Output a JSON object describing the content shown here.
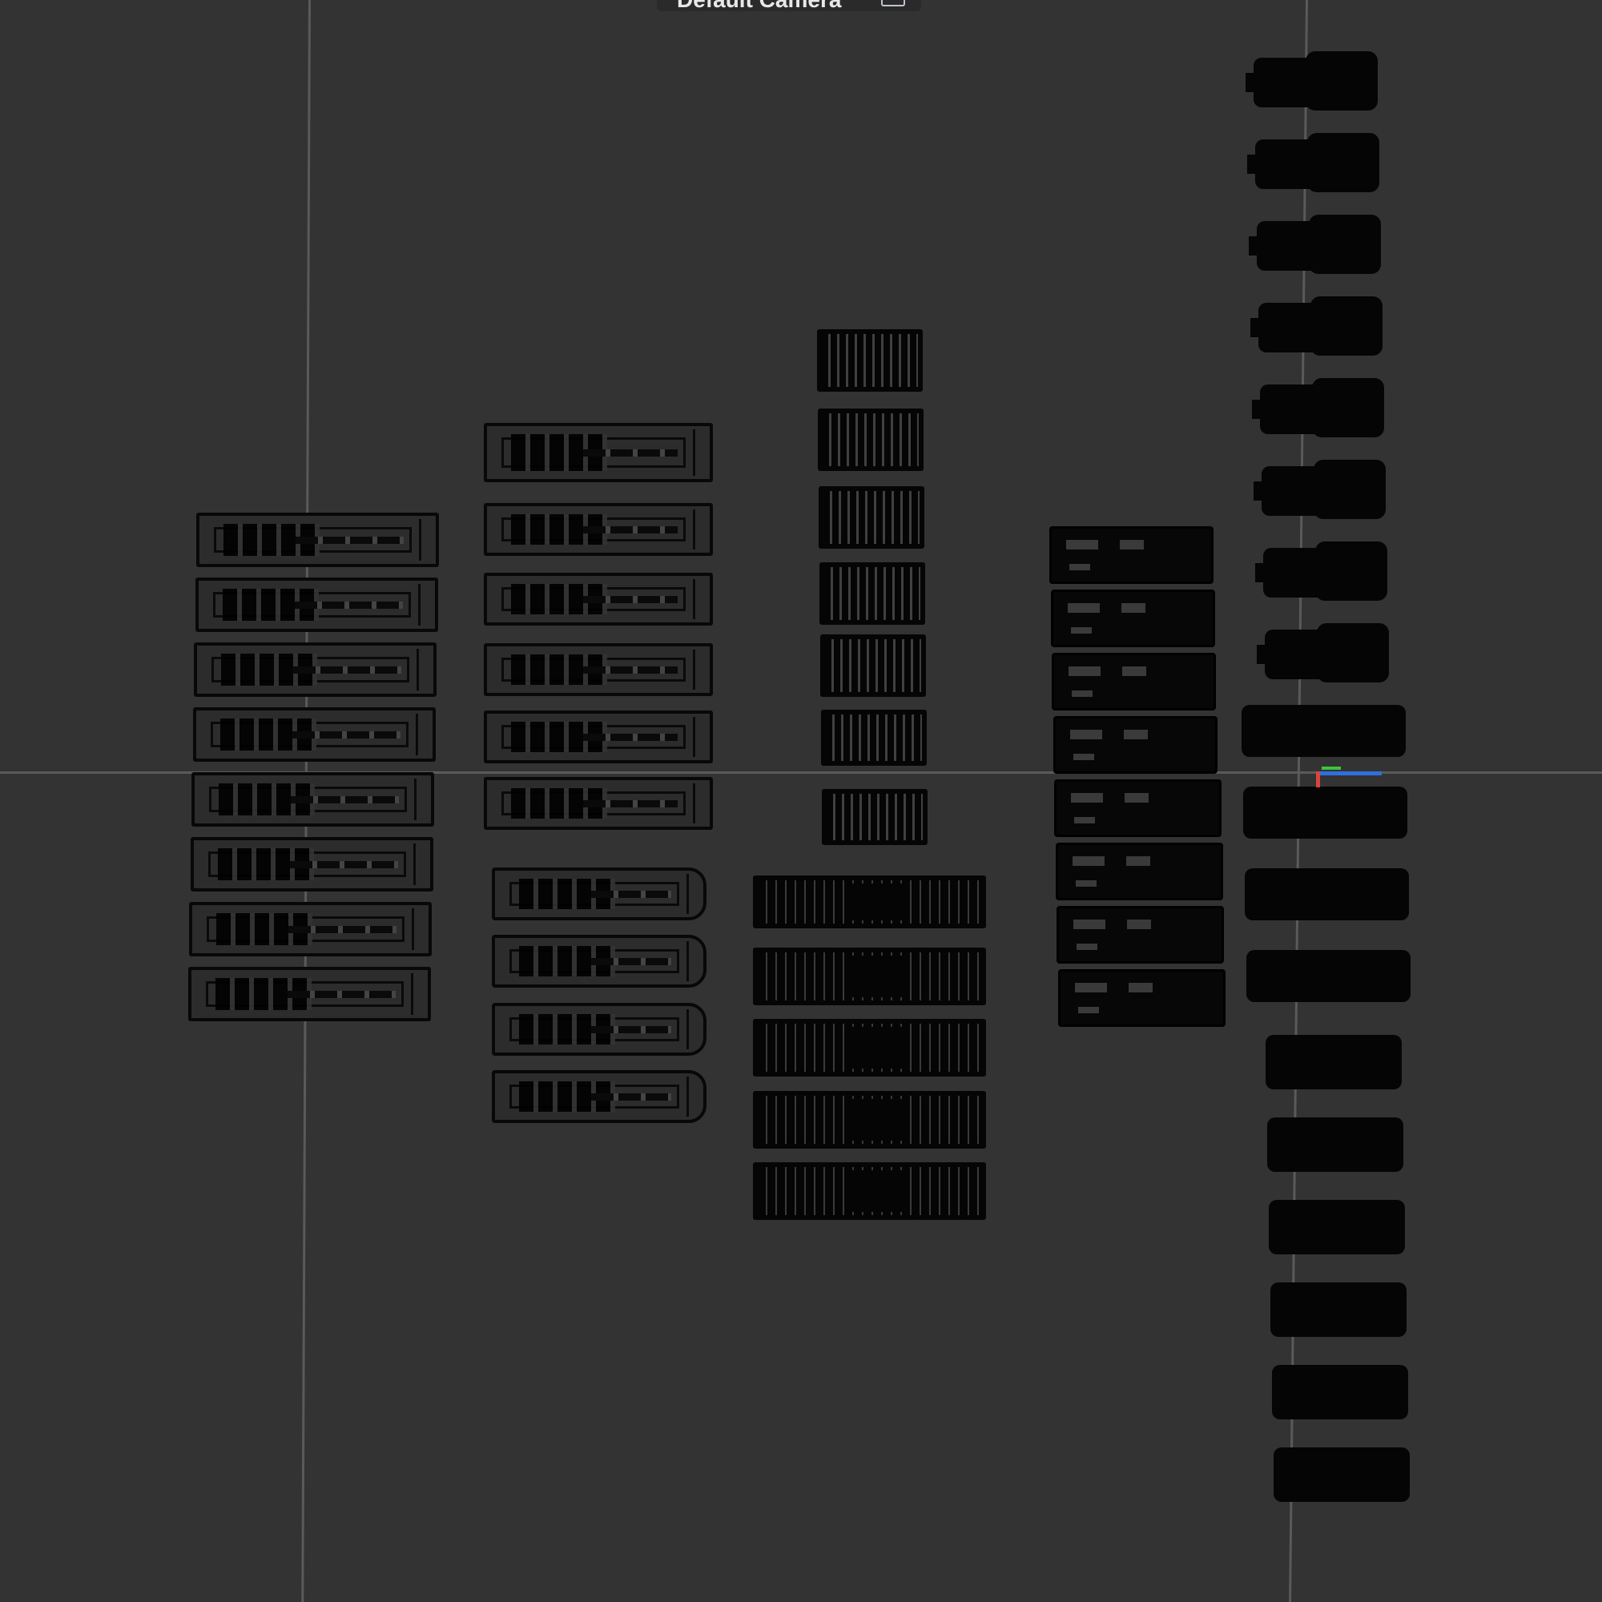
{
  "viewport": {
    "camera_label": "Default Camera",
    "camera_icon": "camera-view-icon",
    "background": "#333333",
    "grid_color": "#5a5a5a"
  },
  "axes_gizmo": {
    "x_color": "#d8453b",
    "y_color": "#3cc43c",
    "z_color": "#2f6fe0"
  },
  "scene": {
    "columns": [
      {
        "name": "buses-left",
        "count": 8
      },
      {
        "name": "buses-mid",
        "count": 10
      },
      {
        "name": "containers-short",
        "count": 7
      },
      {
        "name": "containers-long",
        "count": 5
      },
      {
        "name": "box-trucks",
        "count": 8
      },
      {
        "name": "tractors",
        "count": 18
      }
    ]
  }
}
